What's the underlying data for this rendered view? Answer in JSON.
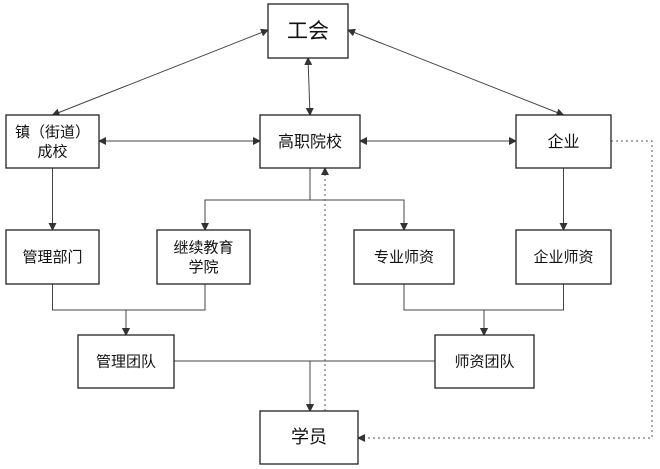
{
  "nodes": {
    "union": {
      "lines": [
        "工会"
      ]
    },
    "town_school": {
      "lines": [
        "镇（街道）",
        "成校"
      ]
    },
    "vocational_college": {
      "lines": [
        "高职院校"
      ]
    },
    "enterprise": {
      "lines": [
        "企业"
      ]
    },
    "management_dept": {
      "lines": [
        "管理部门"
      ]
    },
    "continuing_edu": {
      "lines": [
        "继续教育",
        "学院"
      ]
    },
    "professional_teachers": {
      "lines": [
        "专业师资"
      ]
    },
    "enterprise_teachers": {
      "lines": [
        "企业师资"
      ]
    },
    "management_team": {
      "lines": [
        "管理团队"
      ]
    },
    "teacher_team": {
      "lines": [
        "师资团队"
      ]
    },
    "students": {
      "lines": [
        "学员"
      ]
    }
  },
  "edges": [
    {
      "from": "union",
      "to": "town_school",
      "style": "solid",
      "arrows": "both"
    },
    {
      "from": "union",
      "to": "vocational_college",
      "style": "solid",
      "arrows": "both"
    },
    {
      "from": "union",
      "to": "enterprise",
      "style": "solid",
      "arrows": "both"
    },
    {
      "from": "town_school",
      "to": "vocational_college",
      "style": "solid",
      "arrows": "both"
    },
    {
      "from": "vocational_college",
      "to": "enterprise",
      "style": "solid",
      "arrows": "both"
    },
    {
      "from": "town_school",
      "to": "management_dept",
      "style": "solid",
      "arrows": "end"
    },
    {
      "from": "vocational_college",
      "to": "continuing_edu",
      "style": "solid",
      "arrows": "end"
    },
    {
      "from": "vocational_college",
      "to": "professional_teachers",
      "style": "solid",
      "arrows": "end"
    },
    {
      "from": "enterprise",
      "to": "enterprise_teachers",
      "style": "solid",
      "arrows": "end"
    },
    {
      "from": "management_dept",
      "to": "management_team",
      "style": "solid",
      "arrows": "end"
    },
    {
      "from": "continuing_edu",
      "to": "management_team",
      "style": "solid",
      "arrows": "end"
    },
    {
      "from": "professional_teachers",
      "to": "teacher_team",
      "style": "solid",
      "arrows": "end"
    },
    {
      "from": "enterprise_teachers",
      "to": "teacher_team",
      "style": "solid",
      "arrows": "end"
    },
    {
      "from": "management_team",
      "to": "students",
      "style": "solid",
      "arrows": "end"
    },
    {
      "from": "teacher_team",
      "to": "students",
      "style": "solid",
      "arrows": "end"
    },
    {
      "from": "students",
      "to": "vocational_college",
      "style": "dotted",
      "arrows": "end"
    },
    {
      "from": "enterprise",
      "to": "students",
      "style": "dotted",
      "arrows": "end"
    }
  ]
}
